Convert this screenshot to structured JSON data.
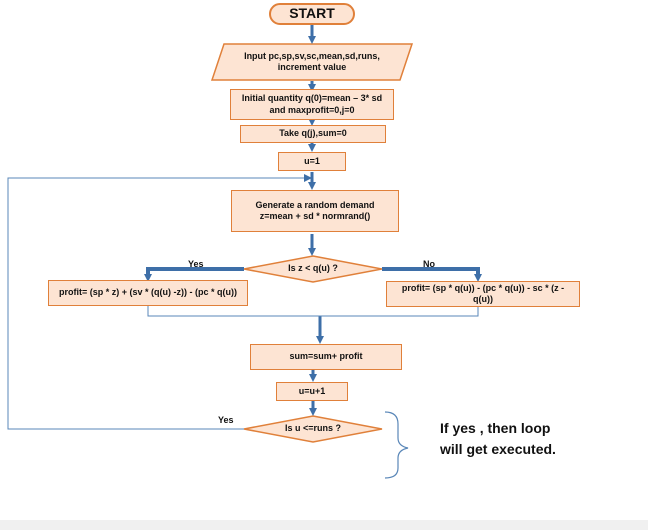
{
  "flowchart": {
    "start": "START",
    "input": "Input pc,sp,sv,sc,mean,sd,runs, increment value",
    "init": "Initial quantity q(0)=mean – 3* sd and maxprofit=0,j=0",
    "take": "Take q(j),sum=0",
    "u_init": "u=1",
    "generate": "Generate a random demand z=mean + sd * normrand()",
    "decision": "Is z < q(u) ?",
    "yes_label": "Yes",
    "no_label": "No",
    "profit_yes": "profit= (sp * z) + (sv * (q(u) -z)) - (pc * q(u))",
    "profit_no": "profit= (sp * q(u)) - (pc * q(u)) - sc * (z - q(u))",
    "sum": "sum=sum+ profit",
    "u_inc": "u=u+1",
    "loop_decision": "Is u <=runs ?",
    "loop_yes_label": "Yes"
  },
  "annotation": {
    "line1": "If yes , then loop",
    "line2": "will get executed."
  },
  "colors": {
    "node_fill": "#fde4d3",
    "node_border": "#e0803a",
    "arrow": "#3e6fa8",
    "connector": "#5a87b8"
  }
}
